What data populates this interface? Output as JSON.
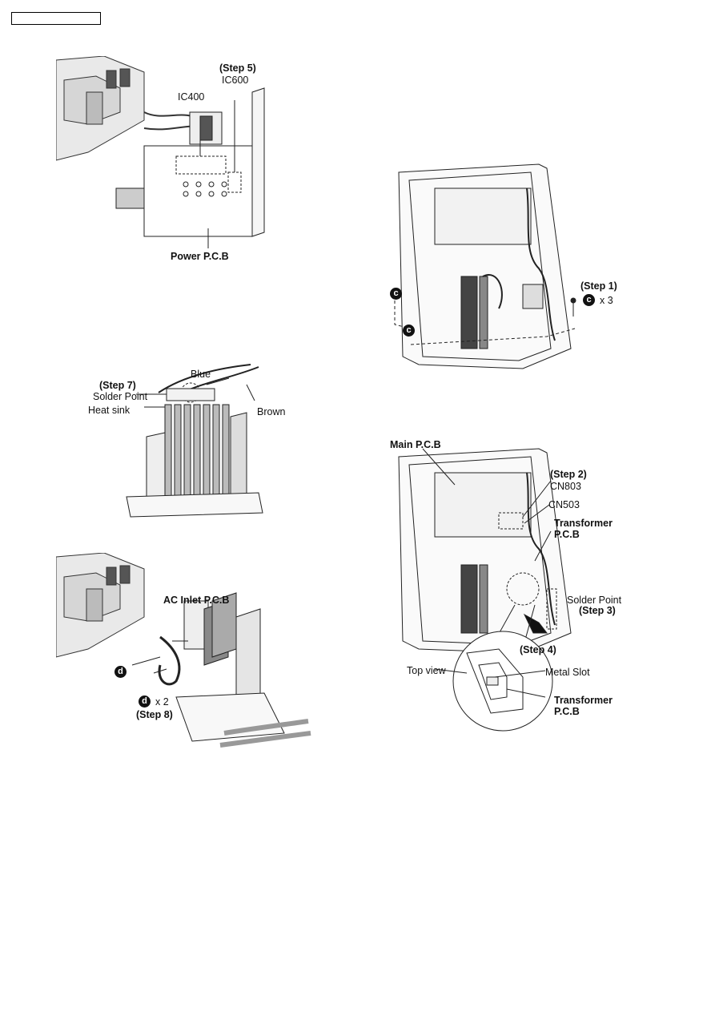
{
  "fig1": {
    "step": "(Step 5)",
    "ic600": "IC600",
    "ic400": "IC400",
    "board": "Power P.C.B"
  },
  "fig2": {
    "step": "(Step 7)",
    "solder": "Solder Point",
    "heatsink": "Heat sink",
    "blue": "Blue",
    "brown": "Brown"
  },
  "fig3": {
    "board": "AC Inlet P.C.B",
    "screw_letter": "d",
    "count": "x 2",
    "step": "(Step 8)"
  },
  "fig4": {
    "step": "(Step 1)",
    "screw_letter": "c",
    "count": "x 3"
  },
  "fig5": {
    "main": "Main P.C.B",
    "step2": "(Step 2)",
    "cn803": "CN803",
    "cn503": "CN503",
    "transformer": "Transformer",
    "pcb": "P.C.B",
    "solder": "Solder Point",
    "step3": "(Step 3)",
    "step4": "(Step 4)",
    "top_view": "Top view",
    "metal_slot": "Metal Slot"
  }
}
